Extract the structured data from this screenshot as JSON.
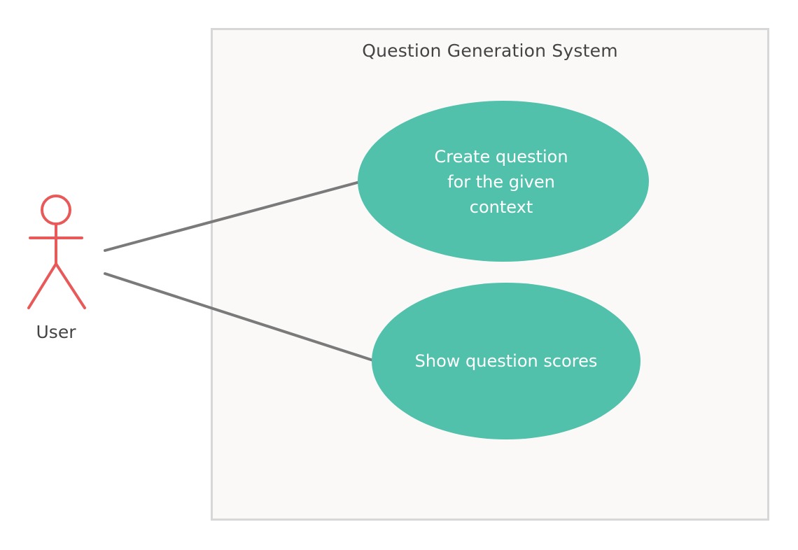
{
  "diagram": {
    "system": {
      "title": "Question Generation System"
    },
    "actor": {
      "label": "User"
    },
    "use_cases": [
      {
        "label": "Create question\nfor the given\ncontext"
      },
      {
        "label": "Show question scores"
      }
    ],
    "colors": {
      "actor": "#e85a5a",
      "use_case_fill": "#52c1ab",
      "association_line": "#7a7a7a",
      "system_border": "#d7d7d7",
      "system_fill": "#faf9f8",
      "text": "#444444"
    }
  }
}
